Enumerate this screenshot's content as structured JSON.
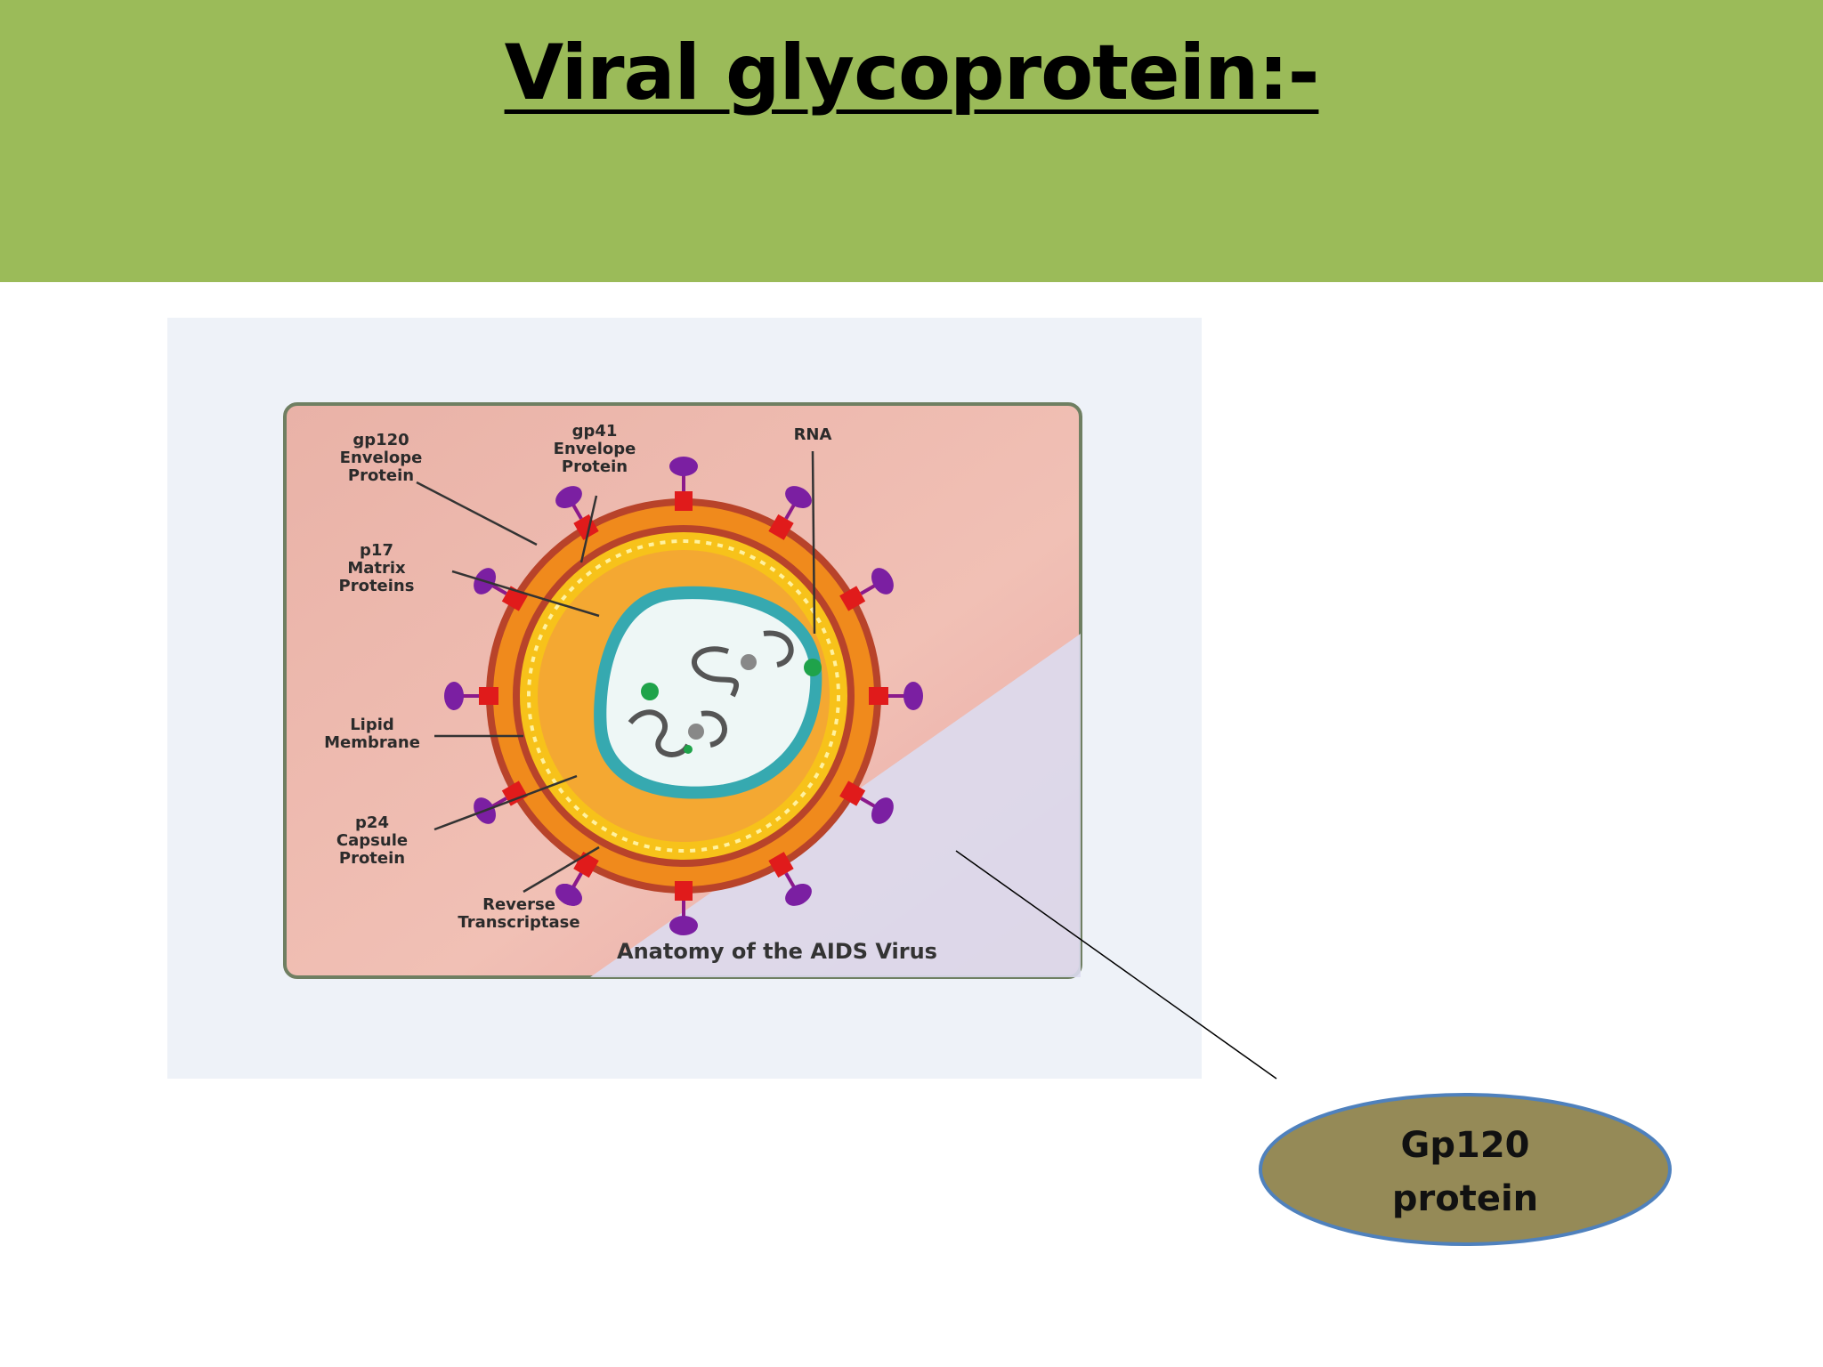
{
  "slide": {
    "title": "Viral glycoprotein:-",
    "header_color": "#9bbb59"
  },
  "diagram": {
    "caption": "Anatomy of the AIDS Virus",
    "labels": {
      "gp120": [
        "gp120",
        "Envelope",
        "Protein"
      ],
      "gp41": [
        "gp41",
        "Envelope",
        "Protein"
      ],
      "rna": "RNA",
      "p17": [
        "p17",
        "Matrix",
        "Proteins"
      ],
      "lipid": [
        "Lipid",
        "Membrane"
      ],
      "p24": [
        "p24",
        "Capsule",
        "Protein"
      ],
      "rt": [
        "Reverse",
        "Transcriptase"
      ]
    }
  },
  "callout": {
    "line1": "Gp120",
    "line2": "protein",
    "fill_color": "#958a57",
    "border_color": "#4f81bd"
  }
}
